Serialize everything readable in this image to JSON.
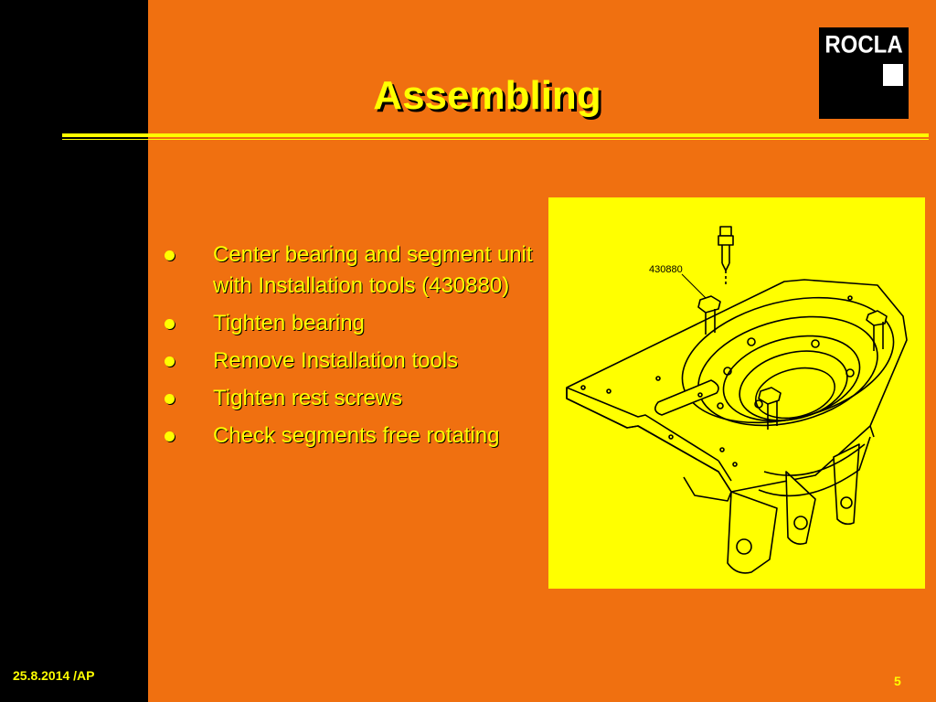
{
  "slide": {
    "title": "Assembling",
    "bullets": [
      "Center bearing and segment unit with Installation tools (430880)",
      "Tighten bearing",
      "Remove Installation tools",
      "Tighten rest screws",
      "Check segments free rotating"
    ],
    "diagram_label": "430880",
    "footer_date": "25.8.2014 /AP",
    "page_number": "5"
  },
  "logo": {
    "text": "ROCLA"
  },
  "colors": {
    "background": "#f07010",
    "left_band": "#000000",
    "accent_yellow": "#ffff00",
    "title_shadow": "#000000",
    "diagram_background": "#ffff00"
  }
}
